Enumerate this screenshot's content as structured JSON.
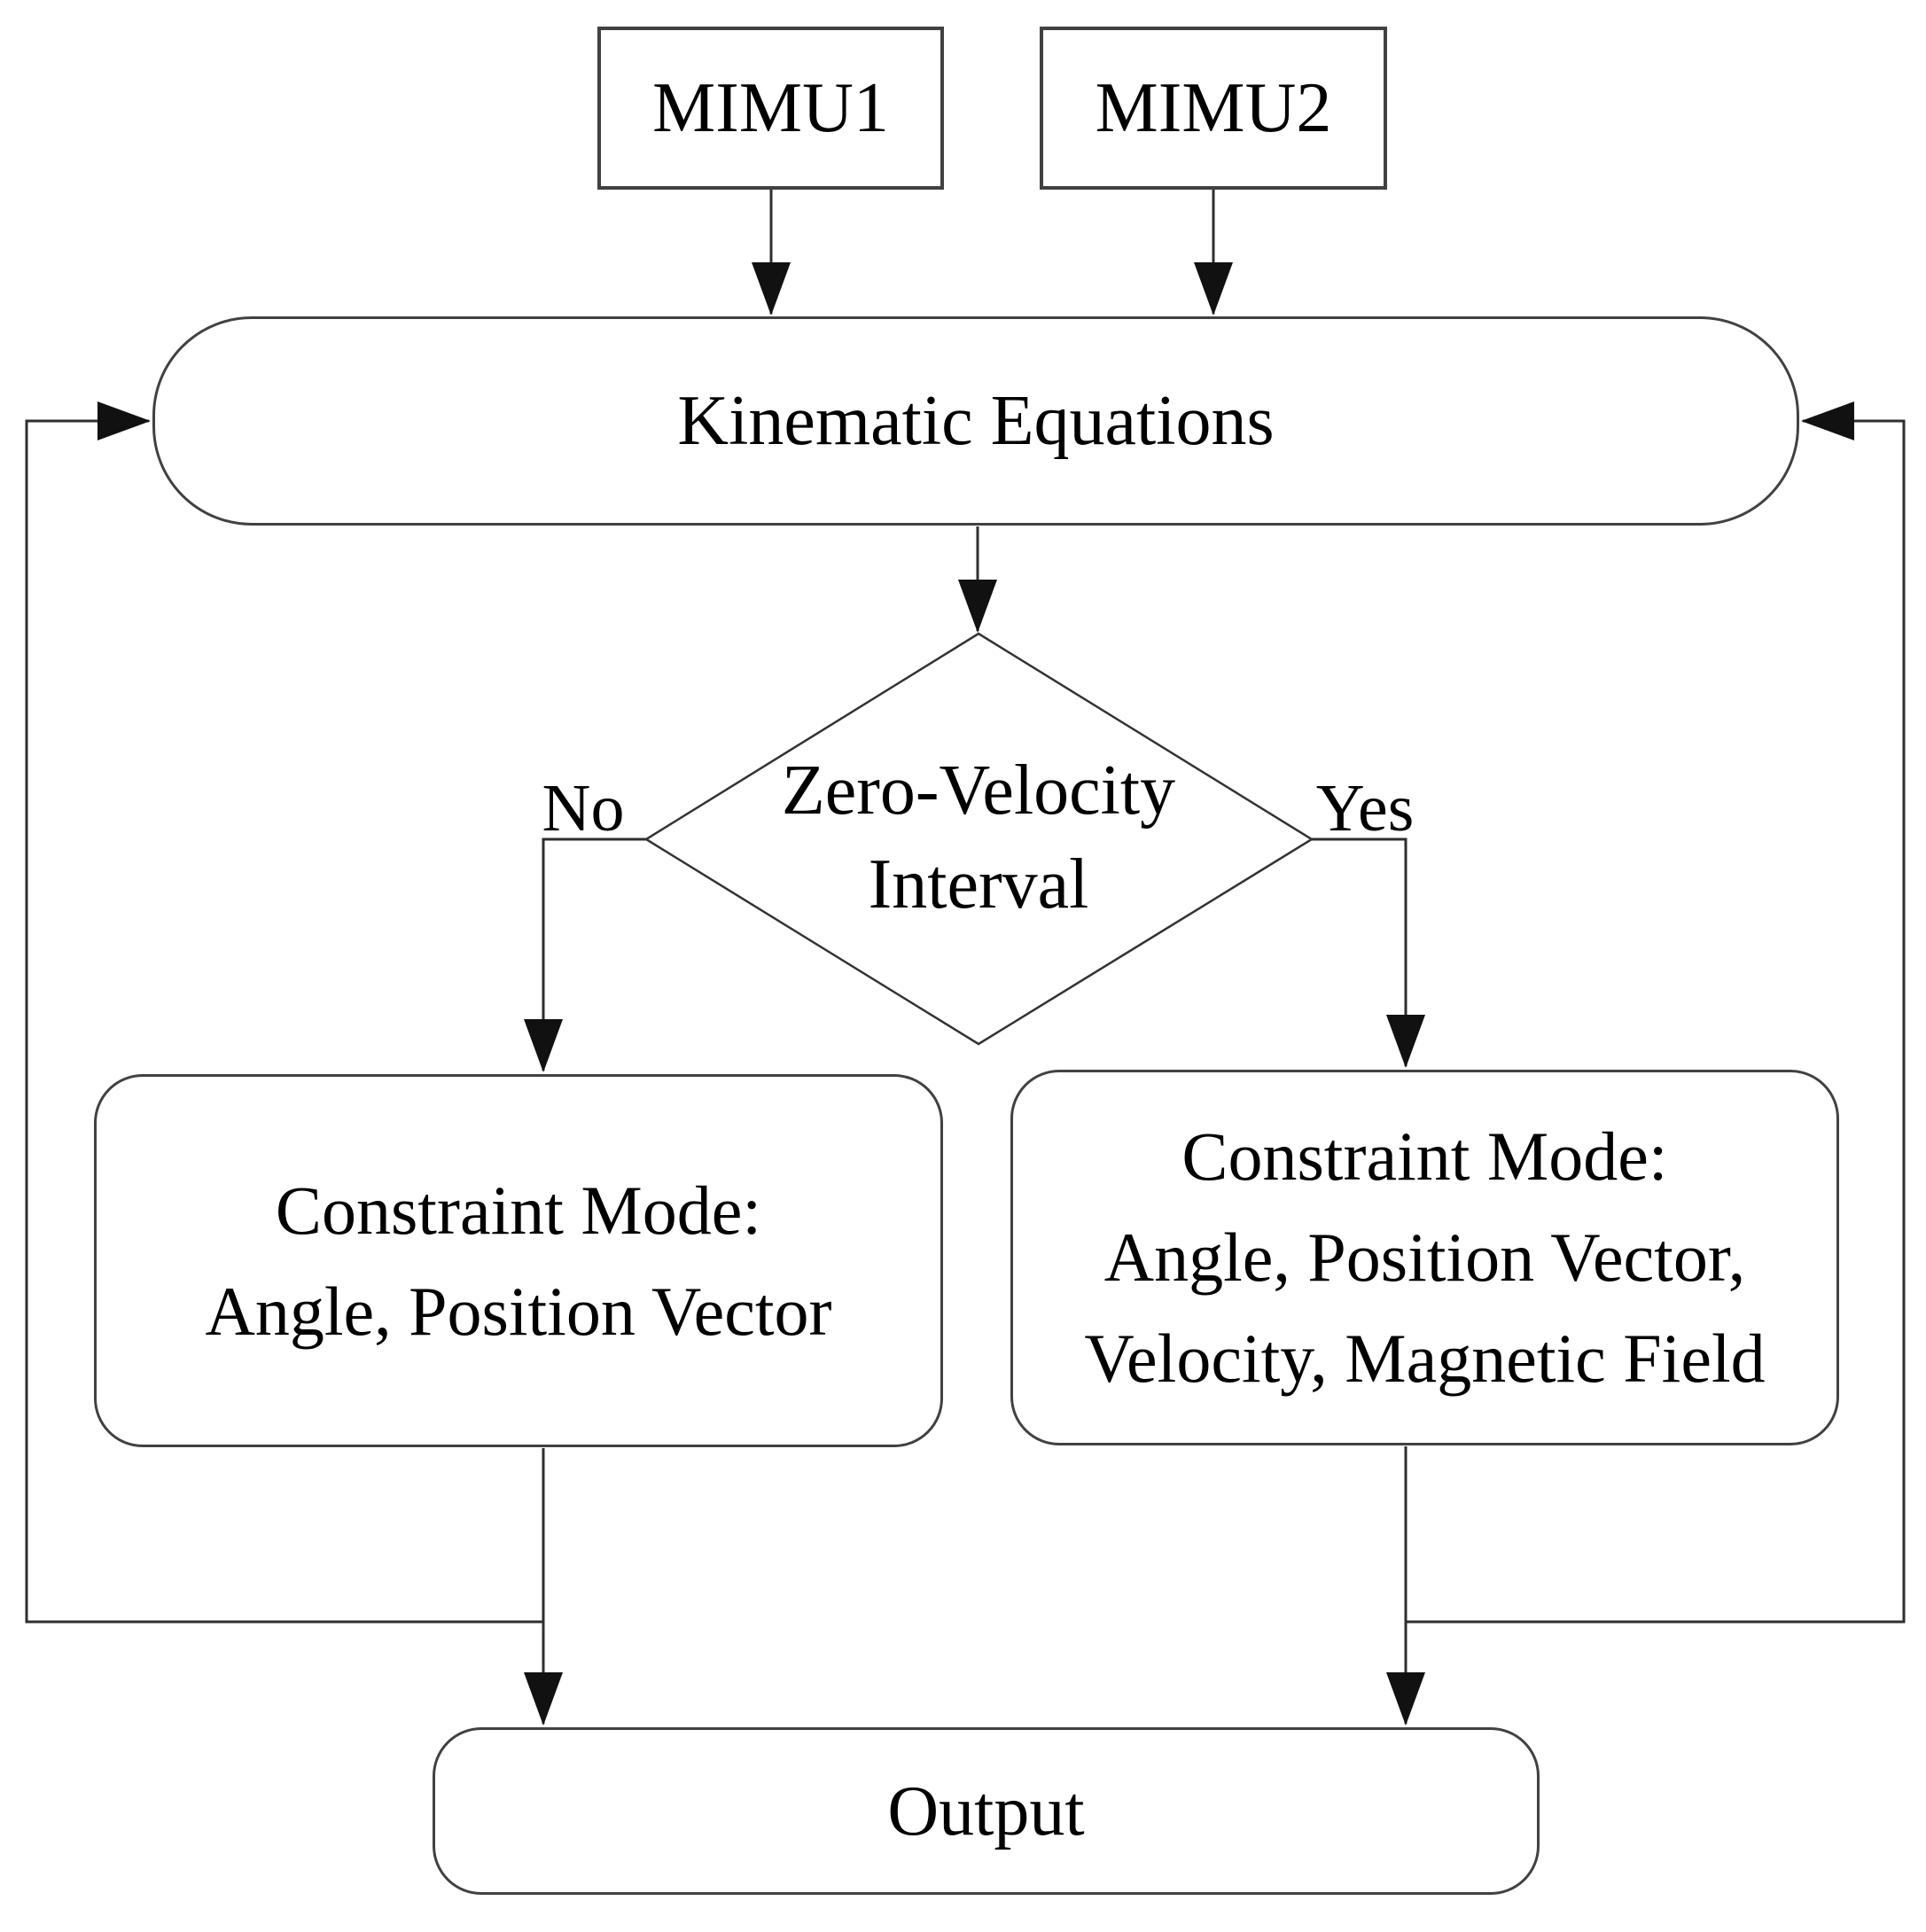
{
  "diagram": {
    "title_semantic": "Dual-MIMU zero-velocity constraint flowchart",
    "colors": {
      "background": "#ffffff",
      "line": "#2f2f2f",
      "border": "#414141",
      "text": "#000000",
      "arrowhead": "#111111"
    },
    "nodes": {
      "mimu1": {
        "label": "MIMU1"
      },
      "mimu2": {
        "label": "MIMU2"
      },
      "kinematic": {
        "label": "Kinematic Equations"
      },
      "decision": {
        "lines": [
          "Zero-Velocity",
          "Interval"
        ]
      },
      "constraint_no": {
        "lines": [
          "Constraint Mode:",
          "Angle, Position Vector"
        ]
      },
      "constraint_yes": {
        "lines": [
          "Constraint Mode:",
          "Angle, Position Vector,",
          "Velocity, Magnetic Field"
        ]
      },
      "output": {
        "label": "Output"
      }
    },
    "branch_labels": {
      "no": "No",
      "yes": "Yes"
    }
  }
}
